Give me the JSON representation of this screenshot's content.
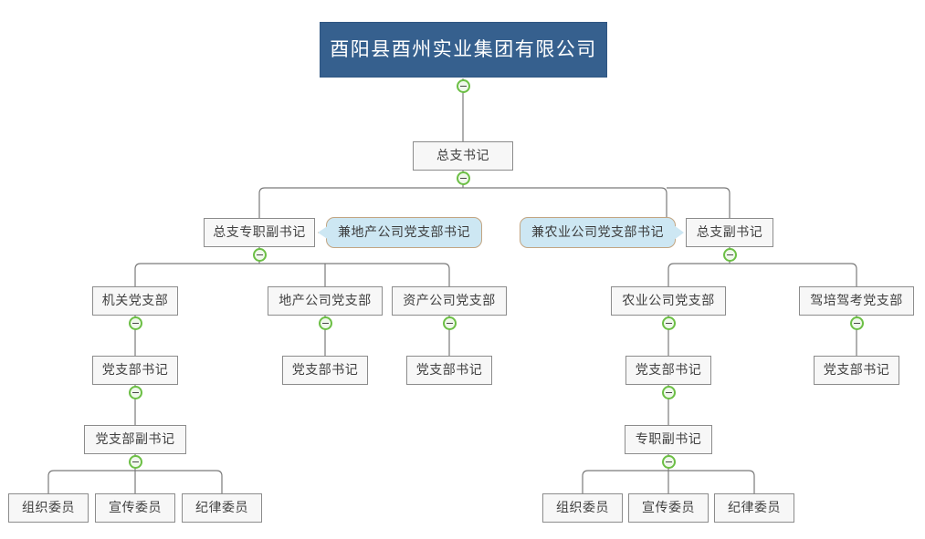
{
  "diagram": {
    "title": "酉阳县酉州实业集团有限公司",
    "type": "org-chart",
    "colors": {
      "root_fill": "#36608e",
      "root_text": "#ffffff",
      "node_fill": "#f7f7f7",
      "node_border": "#8c8c8c",
      "node_text": "#404040",
      "callout_fill": "#cde7f3",
      "callout_border": "#c2a582",
      "connector": "#7a7a7a",
      "toggle_ring": "#6cbf45"
    },
    "toggle_icon_name": "collapse-minus-icon"
  },
  "nodes": {
    "root": "酉阳县酉州实业集团有限公司",
    "general_secretary": "总支书记",
    "deputy_fulltime": "总支专职副书记",
    "deputy_secretary": "总支副书记",
    "callout_left": "兼地产公司党支部书记",
    "callout_right": "兼农业公司党支部书记",
    "branch_organ": "机关党支部",
    "branch_realestate": "地产公司党支部",
    "branch_assets": "资产公司党支部",
    "branch_agriculture": "农业公司党支部",
    "branch_driving": "驾培驾考党支部",
    "secretary_organ": "党支部书记",
    "secretary_realestate": "党支部书记",
    "secretary_assets": "党支部书记",
    "secretary_agriculture": "党支部书记",
    "secretary_driving": "党支部书记",
    "deputy_branch_organ": "党支部副书记",
    "deputy_branch_agriculture": "专职副书记",
    "member_org_left": "组织委员",
    "member_pub_left": "宣传委员",
    "member_disc_left": "纪律委员",
    "member_org_right": "组织委员",
    "member_pub_right": "宣传委员",
    "member_disc_right": "纪律委员"
  }
}
